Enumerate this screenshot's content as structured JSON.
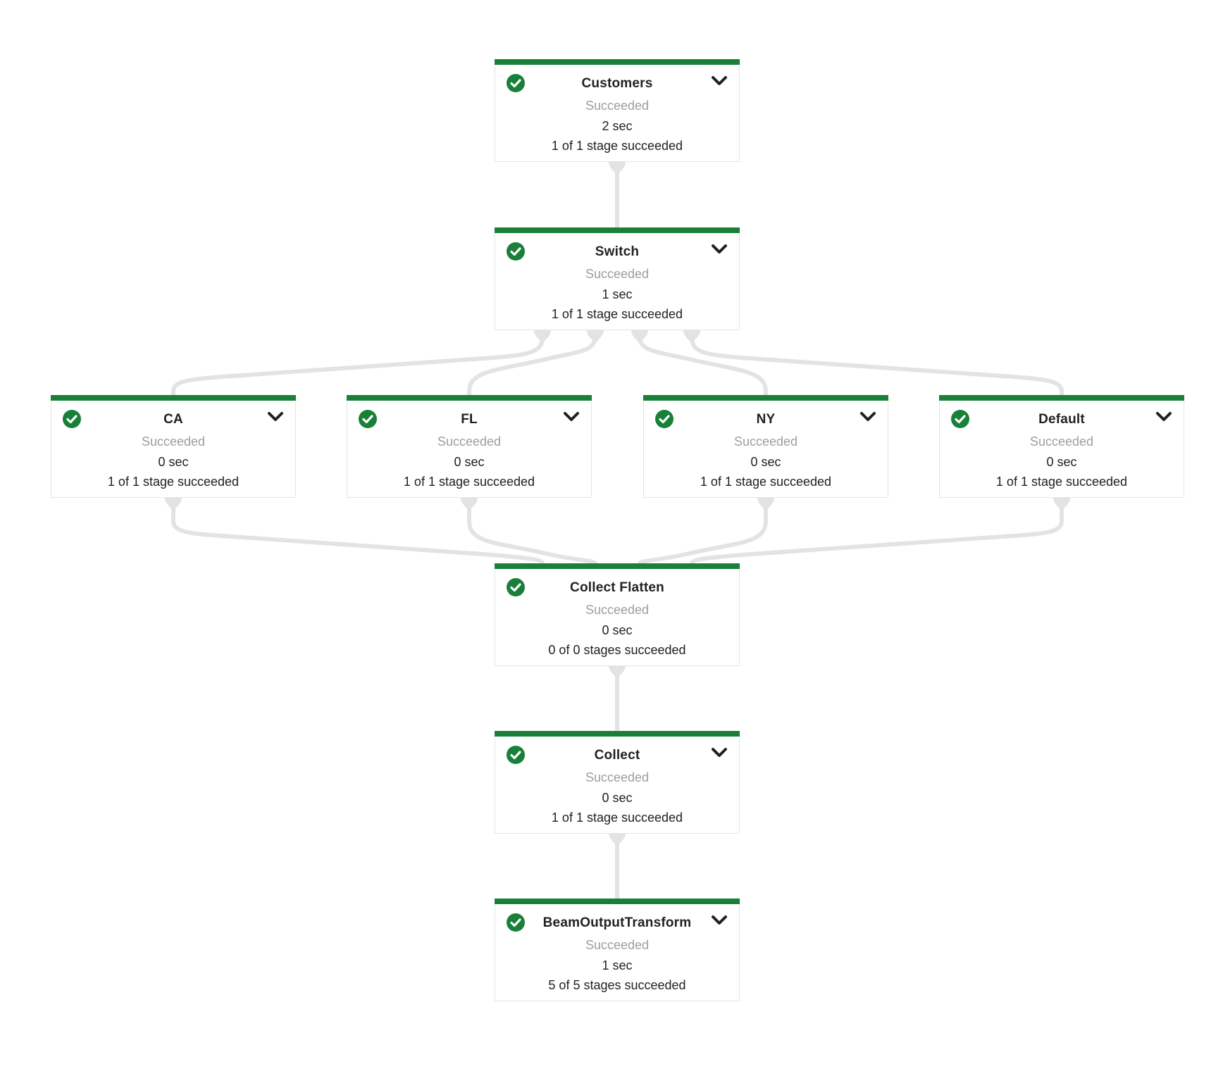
{
  "nodes": [
    {
      "id": "customers",
      "title": "Customers",
      "status": "Succeeded",
      "duration": "2 sec",
      "stages": "1 of 1 stage succeeded",
      "expandable": true
    },
    {
      "id": "switch",
      "title": "Switch",
      "status": "Succeeded",
      "duration": "1 sec",
      "stages": "1 of 1 stage succeeded",
      "expandable": true
    },
    {
      "id": "ca",
      "title": "CA",
      "status": "Succeeded",
      "duration": "0 sec",
      "stages": "1 of 1 stage succeeded",
      "expandable": true
    },
    {
      "id": "fl",
      "title": "FL",
      "status": "Succeeded",
      "duration": "0 sec",
      "stages": "1 of 1 stage succeeded",
      "expandable": true
    },
    {
      "id": "ny",
      "title": "NY",
      "status": "Succeeded",
      "duration": "0 sec",
      "stages": "1 of 1 stage succeeded",
      "expandable": true
    },
    {
      "id": "default",
      "title": "Default",
      "status": "Succeeded",
      "duration": "0 sec",
      "stages": "1 of 1 stage succeeded",
      "expandable": true
    },
    {
      "id": "collect-flatten",
      "title": "Collect Flatten",
      "status": "Succeeded",
      "duration": "0 sec",
      "stages": "0 of 0 stages succeeded",
      "expandable": false
    },
    {
      "id": "collect",
      "title": "Collect",
      "status": "Succeeded",
      "duration": "0 sec",
      "stages": "1 of 1 stage succeeded",
      "expandable": true
    },
    {
      "id": "beam",
      "title": "BeamOutputTransform",
      "status": "Succeeded",
      "duration": "1 sec",
      "stages": "5 of 5 stages succeeded",
      "expandable": true
    }
  ],
  "edges": [
    {
      "from": "customers",
      "to": "switch"
    },
    {
      "from": "switch",
      "to": "ca"
    },
    {
      "from": "switch",
      "to": "fl"
    },
    {
      "from": "switch",
      "to": "ny"
    },
    {
      "from": "switch",
      "to": "default"
    },
    {
      "from": "ca",
      "to": "collect-flatten"
    },
    {
      "from": "fl",
      "to": "collect-flatten"
    },
    {
      "from": "ny",
      "to": "collect-flatten"
    },
    {
      "from": "default",
      "to": "collect-flatten"
    },
    {
      "from": "collect-flatten",
      "to": "collect"
    },
    {
      "from": "collect",
      "to": "beam"
    }
  ],
  "icons": {
    "status": "check-circle-icon",
    "expand": "chevron-down-icon"
  },
  "colors": {
    "success_green": "#188038",
    "connector_gray": "#e3e3e3",
    "status_text_gray": "#9e9e9e",
    "text_dark": "#212121",
    "node_border": "#e4e4e4",
    "background": "#ffffff"
  }
}
